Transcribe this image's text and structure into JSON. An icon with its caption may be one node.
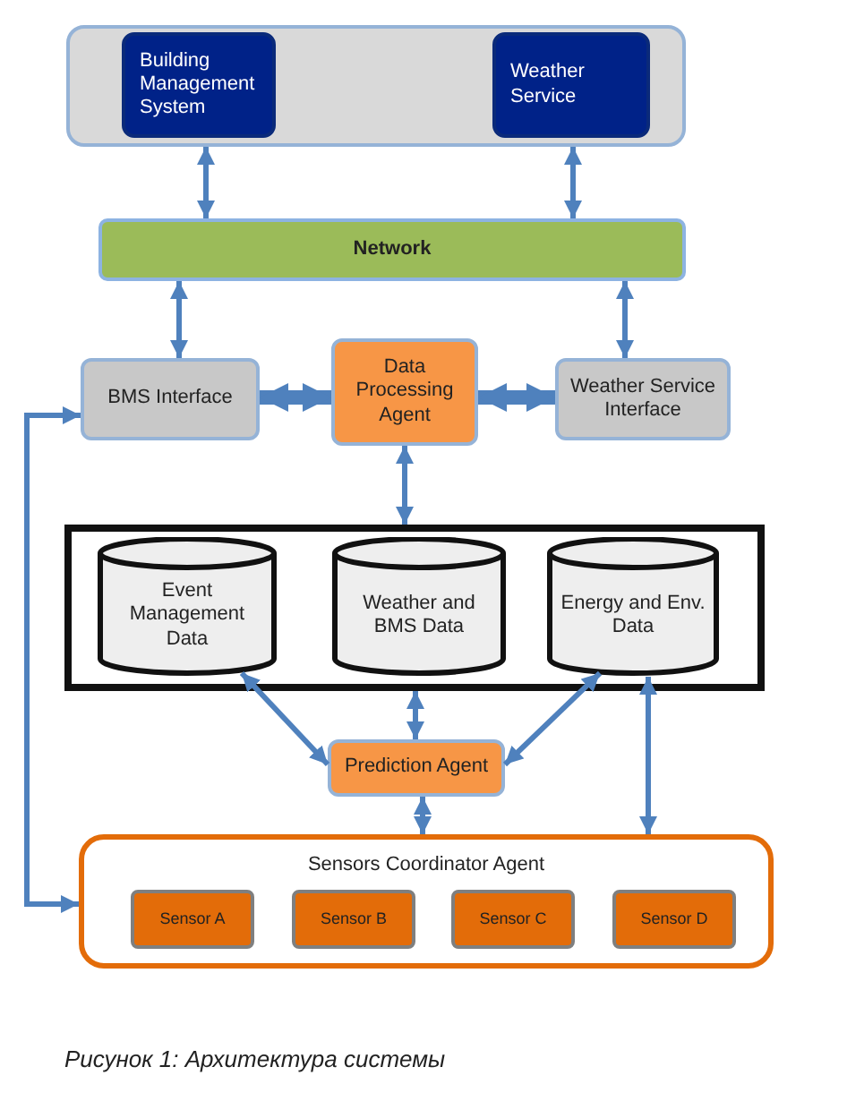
{
  "diagram": {
    "caption": "Рисунок 1: Архитектура системы",
    "nodes": [
      {
        "text": [],
        "shape": "box"
      },
      {
        "text": [
          "Building Management System"
        ],
        "in": 0
      },
      {
        "text": [
          "Weather Service"
        ],
        "in": 0
      },
      {
        "text": [
          "Network"
        ]
      },
      {
        "text": [
          "BMS Interface"
        ]
      },
      {
        "text": [
          "Data Processing Agent"
        ]
      },
      {
        "text": [
          "Weather Service Interface"
        ]
      },
      {
        "text": [],
        "shape": "box"
      },
      {
        "text": [
          "Event Management Data"
        ],
        "in": 7
      },
      {
        "text": [
          "Weather and BMS Data"
        ],
        "in": 7
      },
      {
        "text": [
          "Energy and Env. Data"
        ],
        "in": 7
      },
      {
        "text": [
          "Prediction Agent"
        ]
      },
      {
        "text": [
          "Sensors Coordinator Agent"
        ]
      },
      {
        "text": [
          "Sensor A"
        ],
        "in": 12
      },
      {
        "text": [
          "Sensor B"
        ],
        "in": 12
      },
      {
        "text": [
          "Sensor C"
        ],
        "in": 12
      },
      {
        "text": [
          "Sensor D"
        ],
        "in": 12
      }
    ],
    "edges": [
      {
        "from": 0,
        "to": 3,
        "arrow": "both"
      },
      {
        "from": 0,
        "to": 3,
        "arrow": "both"
      },
      {
        "from": 3,
        "to": 4,
        "arrow": "both"
      },
      {
        "from": 3,
        "to": 6,
        "arrow": "both"
      },
      {
        "from": 5,
        "to": 4,
        "arrow": "both",
        "style": "thick"
      },
      {
        "from": 5,
        "to": 6,
        "arrow": "both",
        "style": "thick"
      },
      {
        "from": 5,
        "to": 7,
        "arrow": "both"
      },
      {
        "from": 8,
        "to": 11,
        "arrow": "both"
      },
      {
        "from": 7,
        "to": 11,
        "arrow": "both"
      },
      {
        "from": 10,
        "to": 11,
        "arrow": "both"
      },
      {
        "from": 10,
        "to": 12,
        "arrow": "both"
      },
      {
        "from": 11,
        "to": 12,
        "arrow": "both"
      },
      {
        "from": 4,
        "to": 12,
        "arrow": "both"
      }
    ]
  }
}
